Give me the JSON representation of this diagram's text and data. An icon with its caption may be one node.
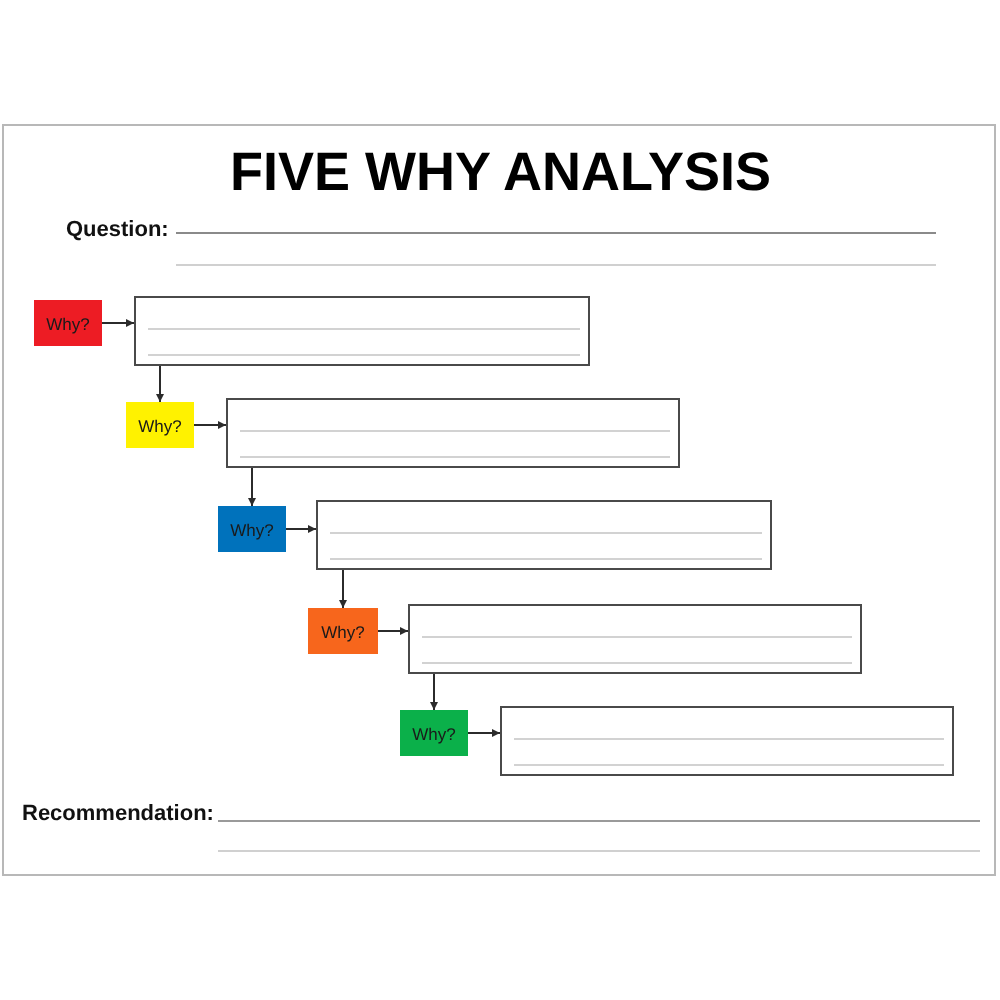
{
  "diagram": {
    "title": "FIVE WHY ANALYSIS",
    "nodes": [
      {
        "text": [
          "Why?"
        ]
      },
      {
        "text": [],
        "shape": "box"
      },
      {
        "text": [
          "Why?"
        ]
      },
      {
        "text": [],
        "shape": "box"
      },
      {
        "text": [
          "Why?"
        ]
      },
      {
        "text": [],
        "shape": "box"
      },
      {
        "text": [
          "Why?"
        ]
      },
      {
        "text": [],
        "shape": "box"
      },
      {
        "text": [
          "Why?"
        ]
      },
      {
        "text": [],
        "shape": "box"
      }
    ],
    "edges": [
      {
        "from": 0,
        "to": 1,
        "arrow": "to"
      },
      {
        "from": 1,
        "to": 2,
        "arrow": "to"
      },
      {
        "from": 2,
        "to": 3,
        "arrow": "to"
      },
      {
        "from": 3,
        "to": 4,
        "arrow": "to"
      },
      {
        "from": 4,
        "to": 5,
        "arrow": "to"
      },
      {
        "from": 5,
        "to": 6,
        "arrow": "to"
      },
      {
        "from": 6,
        "to": 7,
        "arrow": "to"
      },
      {
        "from": 7,
        "to": 8,
        "arrow": "to"
      },
      {
        "from": 8,
        "to": 9,
        "arrow": "to"
      }
    ],
    "labels": [
      "Question:",
      "Recommendation:"
    ]
  }
}
